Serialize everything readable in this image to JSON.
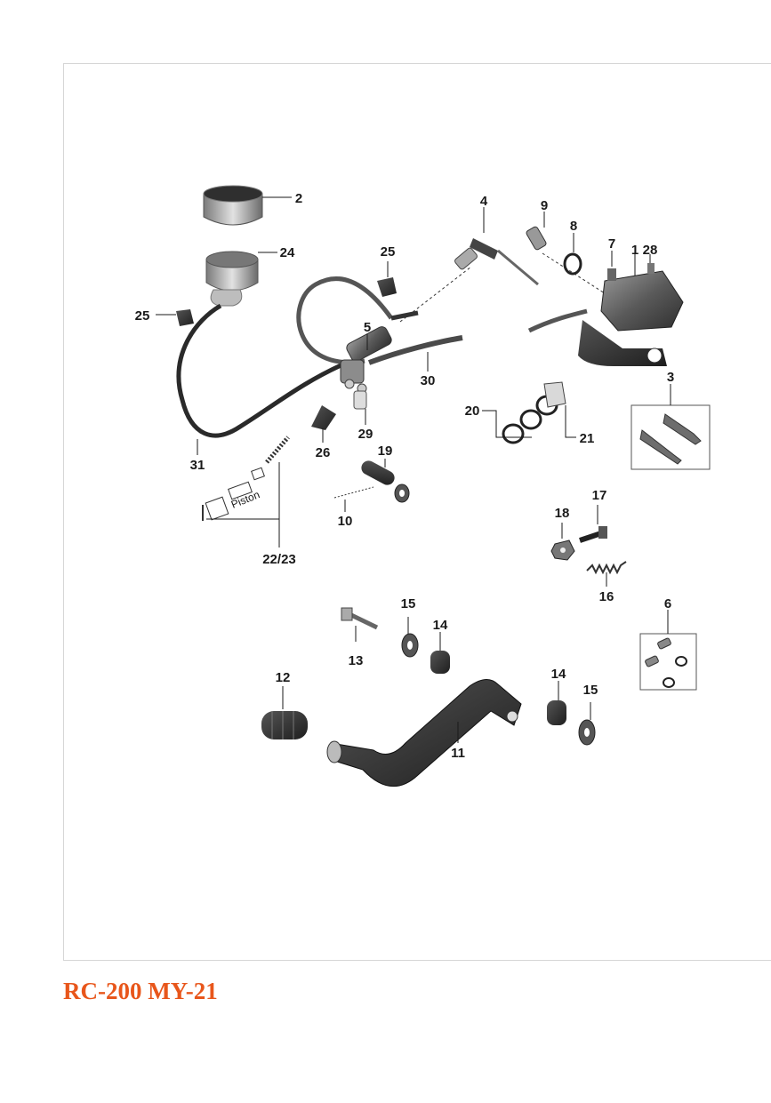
{
  "title": "RC-200 MY-21",
  "colors": {
    "title": "#e8561b",
    "frame": "#d6d6d6",
    "part_dark": "#2a2a2a",
    "part_mid": "#6a6a6a",
    "part_light": "#c8c8c8"
  },
  "labels": {
    "p1": "1",
    "p2": "2",
    "p3": "3",
    "p4": "4",
    "p5": "5",
    "p6": "6",
    "p7": "7",
    "p8": "8",
    "p9": "9",
    "p10": "10",
    "p11": "11",
    "p12": "12",
    "p13": "13",
    "p14a": "14",
    "p14b": "14",
    "p15a": "15",
    "p15b": "15",
    "p16": "16",
    "p17": "17",
    "p18": "18",
    "p19": "19",
    "p20": "20",
    "p21": "21",
    "p22_23": "22/23",
    "p24": "24",
    "p25a": "25",
    "p25b": "25",
    "p26": "26",
    "p28": "28",
    "p29": "29",
    "p30": "30",
    "p31": "31",
    "piston": "Piston"
  }
}
